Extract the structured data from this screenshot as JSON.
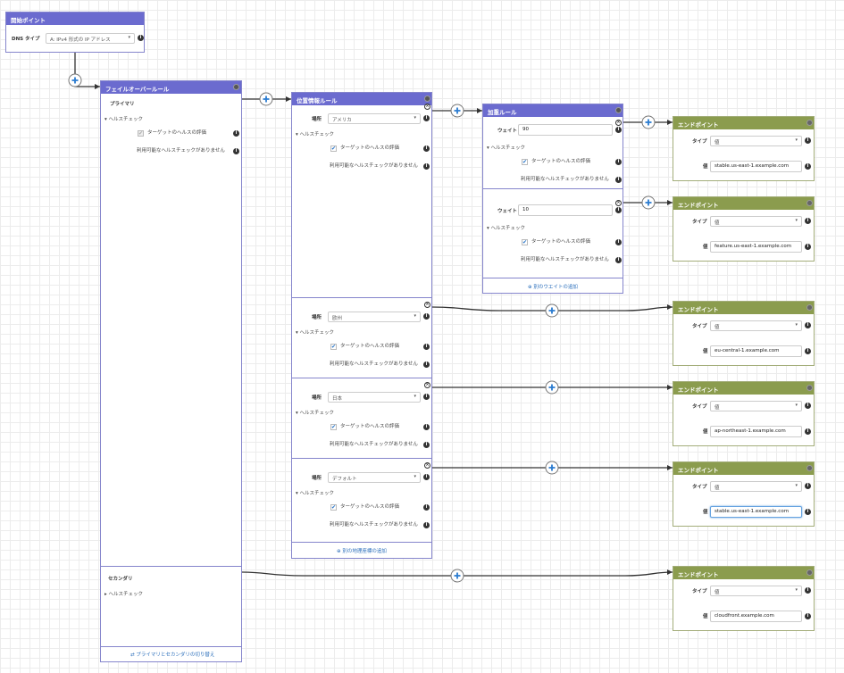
{
  "start": {
    "title": "開始ポイント",
    "dns_label": "DNS タイプ",
    "dns_value": "A: IPv4 形式の IP アドレス"
  },
  "failover": {
    "title": "フェイルオーバールール",
    "primary": "プライマリ",
    "health_check": "ヘルスチェック",
    "evaluate": "ターゲットのヘルスの評価",
    "no_health_check": "利用可能なヘルスチェックがありません",
    "secondary": "セカンダリ",
    "switch": "プライマリとセカンダリの切り替え"
  },
  "geo": {
    "title": "位置情報ルール",
    "location_label": "場所",
    "locations": [
      "アメリカ",
      "欧州",
      "日本",
      "デフォルト"
    ],
    "health_check": "ヘルスチェック",
    "evaluate": "ターゲットのヘルスの評価",
    "no_health_check": "利用可能なヘルスチェックがありません",
    "add": "別の地理座標の追加"
  },
  "weighted": {
    "title": "加重ルール",
    "weight_label": "ウェイト",
    "weights": [
      "90",
      "10"
    ],
    "health_check": "ヘルスチェック",
    "evaluate": "ターゲットのヘルスの評価",
    "no_health_check": "利用可能なヘルスチェックがありません",
    "add": "別のウエイトの追加"
  },
  "endpoints": {
    "title": "エンドポイント",
    "type_label": "タイプ",
    "type_value": "値",
    "value_label": "値",
    "values": [
      "stable.us-east-1.example.com",
      "feature.us-east-1.example.com",
      "eu-central-1.example.com",
      "ap-northeast-1.example.com",
      "stable.us-east-1.example.com",
      "cloudfront.example.com"
    ]
  },
  "colors": {
    "rule_header": "#6b6bcf",
    "endpoint_header": "#8b9c4e"
  }
}
